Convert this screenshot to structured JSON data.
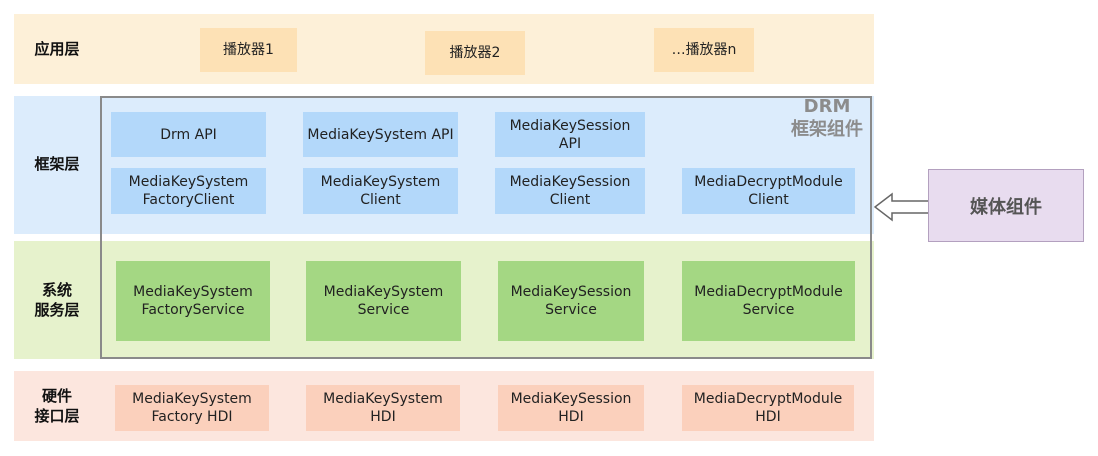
{
  "layers": {
    "app": {
      "label": "应用层",
      "boxes": [
        "播放器1",
        "播放器2",
        "…播放器n"
      ]
    },
    "framework": {
      "label": "框架层",
      "api_boxes": [
        "Drm API",
        "MediaKeySystem API",
        "MediaKeySession API"
      ],
      "client_boxes": [
        "MediaKeySystem\nFactoryClient",
        "MediaKeySystem\nClient",
        "MediaKeySession\nClient",
        "MediaDecryptModule\nClient"
      ]
    },
    "service": {
      "label": "系统\n服务层",
      "boxes": [
        "MediaKeySystem\nFactoryService",
        "MediaKeySystem\nService",
        "MediaKeySession\nService",
        "MediaDecryptModule\nService"
      ]
    },
    "hdi": {
      "label": "硬件\n接口层",
      "boxes": [
        "MediaKeySystem\nFactory HDI",
        "MediaKeySystem\nHDI",
        "MediaKeySession\nHDI",
        "MediaDecryptModule\nHDI"
      ]
    }
  },
  "drm_frame": {
    "title": "DRM\n框架组件"
  },
  "media_component": {
    "label": "媒体组件"
  },
  "colors": {
    "app_band": "#fdf0d8",
    "app_box": "#fde1b5",
    "framework_band": "#dcecfc",
    "framework_box": "#b3d8fa",
    "service_band": "#e6f2cc",
    "service_box": "#a4d783",
    "hdi_band": "#fce6de",
    "hdi_box": "#fbd0bc",
    "drm_border": "#8a8a8a",
    "media_component_bg": "#e8dcef"
  }
}
